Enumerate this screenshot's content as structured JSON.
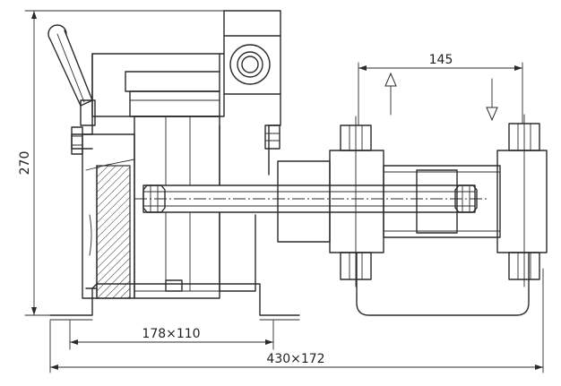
{
  "dimensions": {
    "height": "270",
    "top_width": "145",
    "base_inner": "178×110",
    "base_overall": "430×172"
  },
  "colors": {
    "line": "#2b2b2b",
    "background": "#ffffff"
  }
}
